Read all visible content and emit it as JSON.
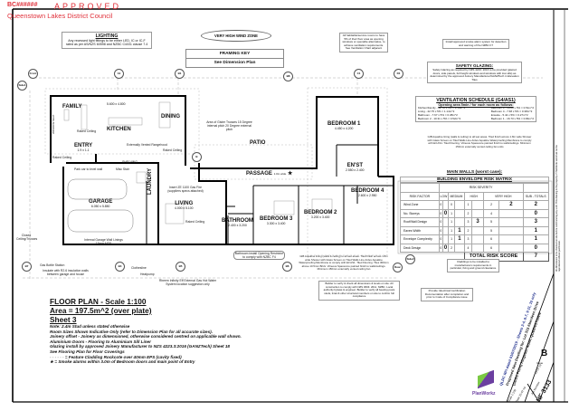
{
  "stamp": {
    "ref": "BC######",
    "approved": "APPROVED",
    "council": "Queenstown Lakes District Council"
  },
  "notes": {
    "lighting_title": "LIGHTING",
    "lighting_text": "Any recessed light fittings to be either LED, IC or IC-F rated as per AS/NZS 60598 and NZBC C/AS1 clause 7.4",
    "wind_zone": "VERY HIGH WIND ZONE",
    "framing_key_title": "FRAMING KEY",
    "framing_key_sub": "See Dimension Plan",
    "habitable": "All habitable/service rooms to have 5% of their floor area as opening windows or openable alternative, to achieve ventilation requirements. See Ventilation Chart adjacent",
    "smoke": "Install approved smoke alarm system for detection and warning of fire NZBC F7",
    "safety_title": "SAFETY GLAZING:",
    "safety_text": "Safety Glazing as required by NZS 4223: 2016 to be provided (glazed doors, side panels, full height windows and windows with low sills) as determined by the approved Joinery Manufacturer/GANZTech in Elevation Tiles",
    "gib": "GIB Aqualine lining (walls & ceiling) to all wet areas. Tiled finish across 1.8m wide Shower with Glass Screen on Tiled Walls Line Ardex Aqualine Waterproofing Membrane to comply with E3 AS1. Tiled Flooring. Vitreous Spacecore painted finish to walls/ceilings. Minimum 150mm externally vented ceiling fan units",
    "gib2": "GIB Aqualine lining (walls & ceiling) to all wet areas. Tiled finish across 1.8m wide Shower with Glass Screen on Tiled Walls Line Ardex Aqualine Waterproofing Membrane to comply with E3 AS1. Tiled Flooring. Tiles 300mm above 10.5mm Brick. Vitreous Spacecore painted finish to walls/ceilings. Minimum 150mm externally vented ceiling fan",
    "cladding": "Claddings to be installed to manufacturers requirements in particular, fixing and ground clearance",
    "provide": "Provide: Electrical Certification Documentation after completion and prior to Code of Compliance issue",
    "builder": "Builder to verify & check all dimensions & levels on site. All construction to comply with NZS 3604: 2011, NZBC. Local authority bylaws & engineer. Builder to verify all bearing posts studs, lintel & other structural members on site to confirm full compliance",
    "side_strip": "All dimensions to be checked on site before commencing any work. This drawing is the property of PlanWorkz and must not be reproduced without permission."
  },
  "ventilation": {
    "title": "VENTILATION SCHEDULE (G4/AS1)",
    "subtitle": "Opening area 5min / for each room as follows:",
    "left": [
      "Kitchen/Family - 62.78 x 5% = 3.14m^2",
      "Living - 22.75 x 5% = 1.14m^2",
      "Bathroom - 7.67 x 5% = 0.38m^2",
      "Bedroom 2 - 10.31 x 5% = 0.52m^2"
    ],
    "right": [
      "Bedroom 3 - 10.26 x 5% = 0.51m^2",
      "Bedroom 4 - 7.68 x 5% = 0.38m^2",
      "Ensuite - 5.42 x 5% = 0.27m^2",
      "Bedroom 1 - 16.73 x 5% = 0.84m^2"
    ]
  },
  "risk_matrix": {
    "heading": "MAIN WALLS (worst case):",
    "title": "BUILDING ENVELOPE RISK MATRIX",
    "severity": "RISK SEVERITY",
    "columns": [
      "RISK FACTOR",
      "LOW",
      "MEDIUM",
      "HIGH",
      "VERY HIGH",
      "SUB - TOTALS"
    ],
    "rows": [
      {
        "factor": "Wind Zone",
        "opts": [
          "0",
          "0",
          "1",
          "2"
        ],
        "sel": [
          "",
          "",
          "",
          "2"
        ],
        "total": "2"
      },
      {
        "factor": "No. Storeys",
        "opts": [
          "0",
          "1",
          "2",
          "4"
        ],
        "sel": [
          "0",
          "",
          "",
          ""
        ],
        "total": "0"
      },
      {
        "factor": "Roof/Wall Design",
        "opts": [
          "0",
          "1",
          "3",
          "5"
        ],
        "sel": [
          "",
          "",
          "3",
          ""
        ],
        "total": "3"
      },
      {
        "factor": "Eaves Width",
        "opts": [
          "0",
          "1",
          "2",
          "5"
        ],
        "sel": [
          "",
          "1",
          "",
          ""
        ],
        "total": "1"
      },
      {
        "factor": "Envelope Complexity",
        "opts": [
          "0",
          "1",
          "3",
          "6"
        ],
        "sel": [
          "",
          "1",
          "",
          ""
        ],
        "total": "1"
      },
      {
        "factor": "Deck Design",
        "opts": [
          "0",
          "2",
          "4",
          "6"
        ],
        "sel": [
          "0",
          "",
          "",
          ""
        ],
        "total": "0"
      }
    ],
    "total_label": "TOTAL RISK SCORE",
    "total": "7"
  },
  "rooms": {
    "family": {
      "name": "FAMILY"
    },
    "kitchen": {
      "name": "KITCHEN",
      "size": "5.600 x 4.800"
    },
    "dining": {
      "name": "DINING"
    },
    "entry": {
      "name": "ENTRY",
      "size": "1.9 x 1.1"
    },
    "garage": {
      "name": "GARAGE",
      "size": "6.050 x 5.850"
    },
    "laundry": {
      "name": "LAUNDRY"
    },
    "living": {
      "name": "LIVING",
      "size": "4.000 x 5.100"
    },
    "bathroom": {
      "name": "BATHROOM",
      "size": "2.400 x 3.200"
    },
    "bedroom3": {
      "name": "BEDROOM 3",
      "size": "3.300 x 3.400"
    },
    "bedroom2": {
      "name": "BEDROOM 2",
      "size": "3.200 x 3.400"
    },
    "bedroom4": {
      "name": "BEDROOM 4",
      "size": "2.600 x 2.950"
    },
    "ensuite": {
      "name": "EN'ST",
      "size": "2.550 x 2.400"
    },
    "bedroom1": {
      "name": "BEDROOM 1",
      "size": "4.450 x 4.200"
    },
    "passage": {
      "name": "PASSAGE",
      "size": "1.0m wide"
    },
    "patio": {
      "name": "PATIO"
    }
  },
  "plan_labels": {
    "raked1": "Raked Ceiling",
    "raked2": "Raked Ceiling",
    "raked3": "Raked Ceiling",
    "raked4": "Raked Ceiling",
    "trusses": "Area of Gister Trusses 15 Degree internal pitch 20 Degree external pitch",
    "rangehood": "Externally Vented Rangehood",
    "window_seat": "WINDOW SEAT",
    "shelving": "SHELVING",
    "park": "Park car to level wall",
    "misc": "Misc Stair",
    "insulated": "Internal Garage Wall Linings 13mm MDF",
    "woodburner": "Insert ZE 1100 Gas Fire (suppliers specs attached)",
    "gas": "Gas Bottle Station",
    "insulate": "Insulate with R2.6 insulation walls between garage and house",
    "clothesline": "Clothesline",
    "heatpump": "Heatpump",
    "rainwater": "Rheem Infinity Eff External Gas Hot Water System location suggestion only",
    "bathroom_note": "Bathroom install Opening Restrictor to comply with NZBC F4",
    "closed": "Closed Ceiling/Trusses",
    "grid": [
      "Front",
      "Side1",
      "A1",
      "B1",
      "C1",
      "D1",
      "B",
      "Rear",
      "Side2",
      "B4",
      "B5",
      "B6",
      "B7",
      "B8"
    ]
  },
  "footer": {
    "title": "FLOOR PLAN - Scale 1:100",
    "area": "Area = 197.5m^2 (over plate)",
    "sheet": "Sheet 3",
    "lines": [
      "Note: 2.4m Stud unless stated otherwise",
      "Room Sizes Shown Indicative Only (refer to Dimension Plan for all accurate sizes).",
      "Joinery offset - Joinery as dimensioned, otherwise considered centred on applicable wall shown.",
      "Aluminium Doors - Flooring to Aluminium Sill Liner",
      "Glazing install by approved Joinery Manufacturer to NZS 4223.3:2016 (GANZTech) Sheet 18",
      "See Flooring Plan for Floor Coverings"
    ],
    "feature": "= Feature Cladding Rockcote over 40mm EPS (cavity fixed)",
    "smoke": "= Smoke alarms within 3.0m of Bedroom doors and main point of Entry"
  },
  "title_block": {
    "qldc": "QLDC RFI dated 01/07/2019 - Sheets 2-4, 6-7, 9-11, 15 only",
    "project": "Proposed New Dwelling for: Lot 313 Aberdeen Drive",
    "address": "(Jacks Point) Kingston Road, QUEENSTOWN",
    "brand": "PlanWorkz",
    "scale_label": "Scale",
    "scale": "1:100",
    "date_label": "Date",
    "date": "23-07-19",
    "issue_label": "Issue",
    "issue": "B",
    "issue_date": "23-07-19",
    "job_label": "Job Number",
    "job": "HF 3133"
  },
  "colors": {
    "stamp": "#e0303a",
    "brand_purple": "#6b3fa0",
    "brand_green": "#7ac943"
  }
}
